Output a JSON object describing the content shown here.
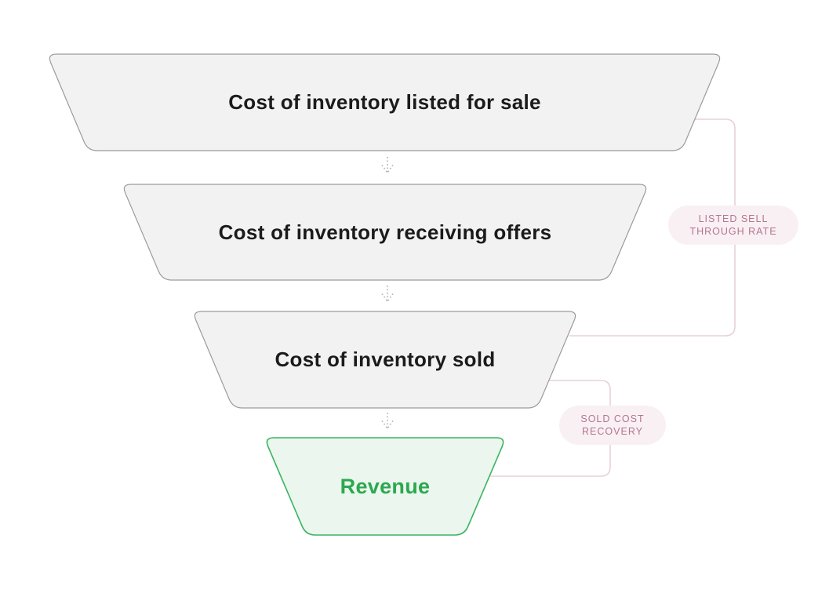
{
  "canvas": {
    "background": "#ffffff"
  },
  "funnel": {
    "stages": [
      {
        "label": "Cost of inventory listed for sale",
        "fill": "#f2f2f2",
        "border": "#9b9b9b",
        "text_color": "#1b1b1b"
      },
      {
        "label": "Cost of inventory receiving offers",
        "fill": "#f2f2f2",
        "border": "#9b9b9b",
        "text_color": "#1b1b1b"
      },
      {
        "label": "Cost of inventory sold",
        "fill": "#f2f2f2",
        "border": "#9b9b9b",
        "text_color": "#1b1b1b"
      },
      {
        "label": "Revenue",
        "fill": "#eaf6ee",
        "border": "#3cb461",
        "text_color": "#2ca84e"
      }
    ],
    "connectors": [
      {
        "badge_line1": "LISTED SELL",
        "badge_line2": "THROUGH RATE",
        "from": "Cost of inventory listed for sale",
        "to": "Cost of inventory sold",
        "line_color": "#e8d0da",
        "badge_bg": "#f9f0f4",
        "badge_text_color": "#b4758e"
      },
      {
        "badge_line1": "SOLD COST",
        "badge_line2": "RECOVERY",
        "from": "Cost of inventory sold",
        "to": "Revenue",
        "line_color": "#e8d0da",
        "badge_bg": "#f9f0f4",
        "badge_text_color": "#b4758e"
      }
    ],
    "arrow_color": "#b5b5b5"
  }
}
